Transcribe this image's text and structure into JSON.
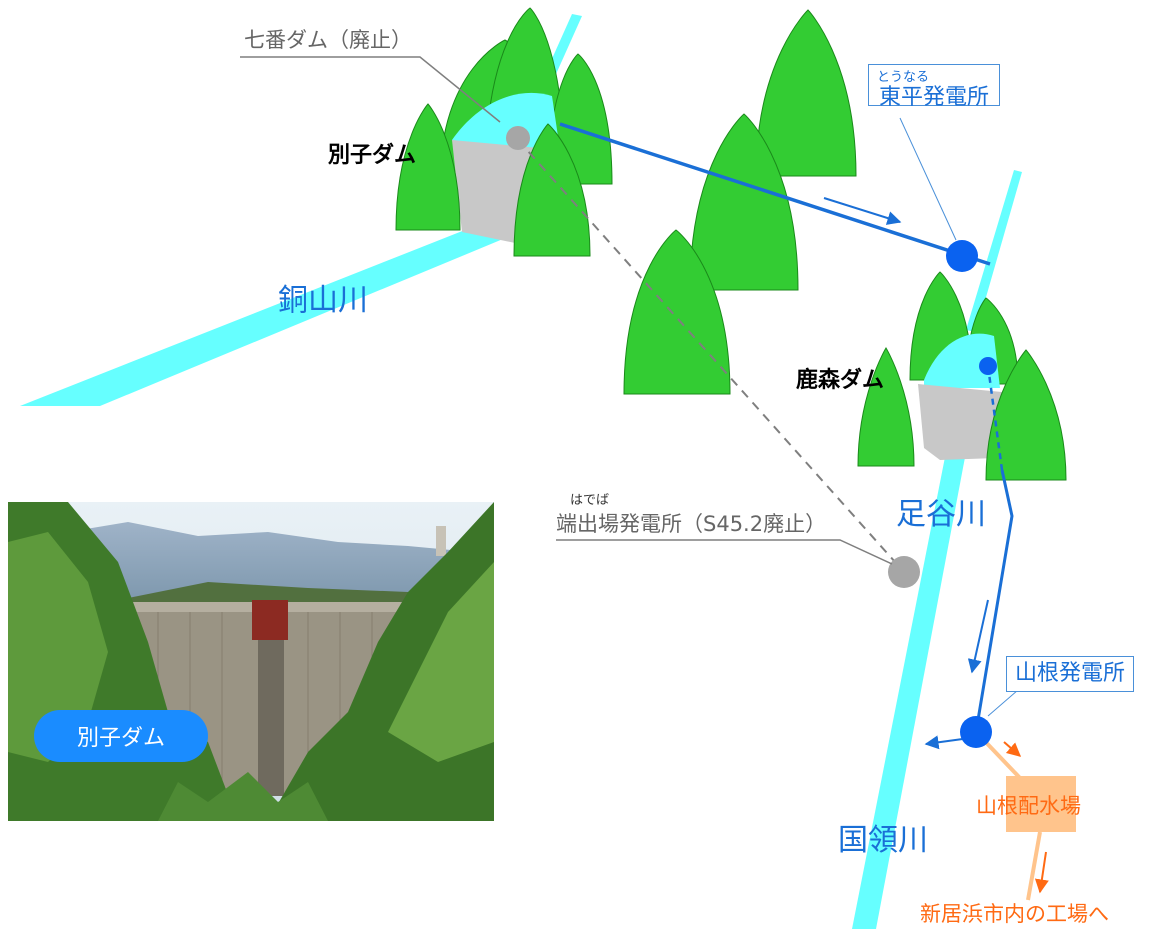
{
  "dams": {
    "besshi": "別子ダム",
    "shichiban": "七番ダム（廃止）",
    "kanomori": "鹿森ダム"
  },
  "rivers": {
    "douzan": "銅山川",
    "ashitani": "足谷川",
    "kokuryo": "国領川"
  },
  "plants": {
    "tounaru": {
      "ruby": "とうなる",
      "name": "東平発電所"
    },
    "hadeba": {
      "ruby": "はでば",
      "name": "端出場発電所（S45.2廃止）"
    },
    "yamane": {
      "name": "山根発電所"
    }
  },
  "water": {
    "yamane_distribution": "山根配水場",
    "destination": "新居浜市内の工場へ"
  },
  "photo": {
    "badge": "別子ダム"
  },
  "colors": {
    "river": "#66ffff",
    "flow": "#1a6fd6",
    "station": "#0a62f0",
    "abolished": "#a6a6a6",
    "tree": "#33cc33",
    "dam_wall": "#c8c8c8",
    "orange": "#ff6a13",
    "distribution_box": "#ffc48c"
  }
}
